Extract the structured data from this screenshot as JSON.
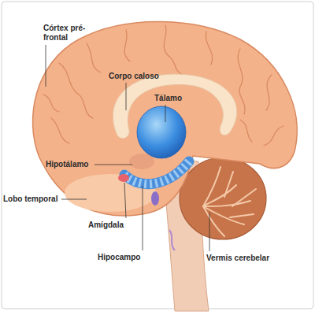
{
  "diagram": {
    "labels": [
      "Córtex pré-frontal",
      "Corpo caloso",
      "Tálamo",
      "Hipotálamo",
      "Lobo temporal",
      "Amígdala",
      "Hipocampo",
      "Vermis cerebelar"
    ]
  }
}
